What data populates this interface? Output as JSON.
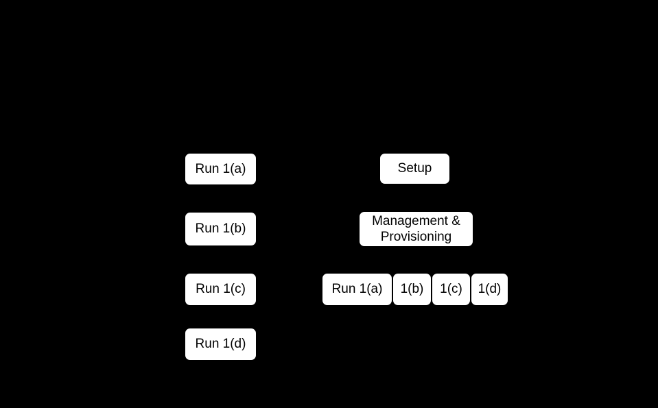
{
  "figure": {
    "background_color": "#000000",
    "node_fill_color": "#ffffff",
    "node_border_color": "#000000",
    "node_text_color": "#000000",
    "sequential_column": {
      "nodes": [
        {
          "label": "Run 1(a)"
        },
        {
          "label": "Run 1(b)"
        },
        {
          "label": "Run 1(c)"
        },
        {
          "label": "Run 1(d)"
        }
      ]
    },
    "parallel_column": {
      "setup_node": {
        "label": "Setup"
      },
      "management_node": {
        "label": "Management &\nProvisioning"
      },
      "run_row_nodes": [
        {
          "label": "Run 1(a)"
        },
        {
          "label": "1(b)"
        },
        {
          "label": "1(c)"
        },
        {
          "label": "1(d)"
        }
      ]
    }
  }
}
